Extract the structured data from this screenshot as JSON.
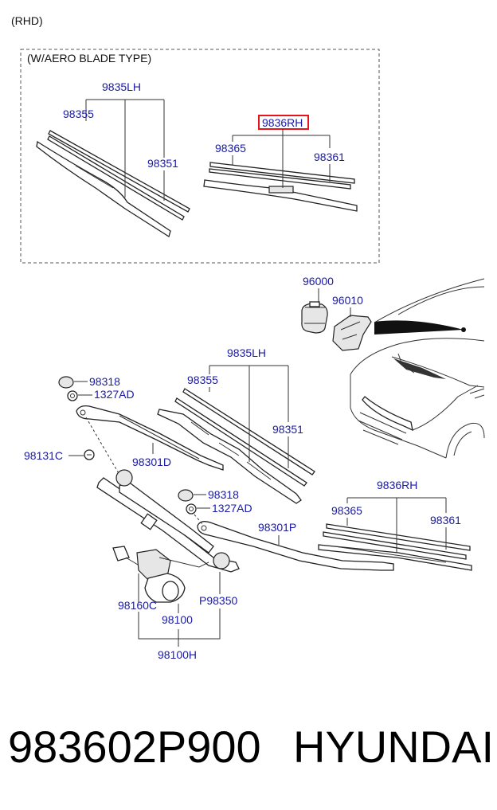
{
  "header": {
    "variant": "(RHD)",
    "box_title": "(W/AERO BLADE TYPE)"
  },
  "callouts": {
    "aero_9835LH": "9835LH",
    "aero_98355": "98355",
    "aero_98351": "98351",
    "aero_9836RH": "9836RH",
    "aero_98365": "98365",
    "aero_98361": "98361",
    "p96000": "96000",
    "p96010": "96010",
    "std_9835LH": "9835LH",
    "std_98355": "98355",
    "std_98351": "98351",
    "p98318_a": "98318",
    "p1327AD_a": "1327AD",
    "p98131C": "98131C",
    "p98301D": "98301D",
    "p98318_b": "98318",
    "p1327AD_b": "1327AD",
    "p98301P": "98301P",
    "std_9836RH": "9836RH",
    "std_98365": "98365",
    "std_98361": "98361",
    "pP98350": "P98350",
    "p98160C": "98160C",
    "p98100": "98100",
    "p98100H": "98100H"
  },
  "highlight_color": "#e8141c",
  "label_color": "#1a1aa8",
  "footer": {
    "part_number": "983602P900",
    "brand": "HYUNDAI"
  }
}
